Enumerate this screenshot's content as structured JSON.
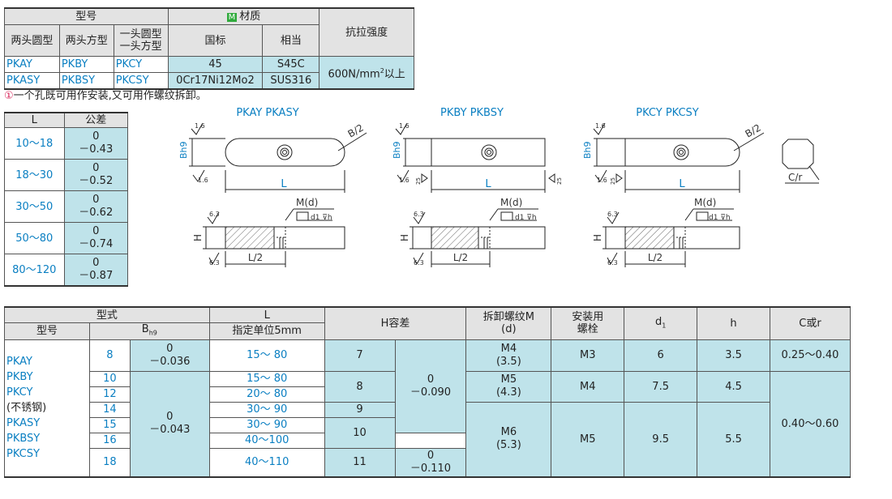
{
  "material_table": {
    "h_model": "型号",
    "h_material": "材质",
    "material_mark": "M",
    "h_both_round": "两头圆型",
    "h_both_square": "两头方型",
    "h_round_square_1": "一头圆型",
    "h_round_square_2": "一头方型",
    "h_gb": "国标",
    "h_equiv": "相当",
    "h_tensile": "抗拉强度",
    "rows": [
      {
        "a": "PKAY",
        "b": "PKBY",
        "c": "PKCY",
        "gb": "45",
        "eq": "S45C"
      },
      {
        "a": "PKASY",
        "b": "PKBSY",
        "c": "PKCSY",
        "gb": "0Cr17Ni12Mo2",
        "eq": "SUS316"
      }
    ],
    "tensile_value": "600N/mm",
    "tensile_sup": "2",
    "tensile_suffix": "以上"
  },
  "note": {
    "mark": "①",
    "text": "一个孔既可用作安装,又可用作螺纹拆卸。"
  },
  "l_tolerance": {
    "h_l": "L",
    "h_tol": "公差",
    "rows": [
      {
        "range": "10～18",
        "upper": "0",
        "lower": "－0.43"
      },
      {
        "range": "18～30",
        "upper": "0",
        "lower": "－0.52"
      },
      {
        "range": "30～50",
        "upper": "0",
        "lower": "－0.62"
      },
      {
        "range": "50～80",
        "upper": "0",
        "lower": "－0.74"
      },
      {
        "range": "80～120",
        "upper": "0",
        "lower": "－0.87"
      }
    ]
  },
  "drawings": {
    "title_a": "PKAY PKASY",
    "title_b": "PKBY PKBSY",
    "title_c": "PKCY PKCSY",
    "rough_16": "1.6",
    "rough_63": "6.3",
    "rough_25": "25",
    "b_half": "B/2",
    "b_h9": "Bh9",
    "l": "L",
    "h": "H",
    "l_half": "L/2",
    "m_d": "M(d)",
    "d1_h": "d1 ⊽h",
    "c_r": "C/r"
  },
  "main_table": {
    "h_form": "型式",
    "h_model": "型号",
    "h_b": "B",
    "h_b_sub": "h9",
    "h_l": "L",
    "h_l_unit": "指定单位5mm",
    "h_htol": "H容差",
    "h_screw_1": "拆卸螺纹M",
    "h_screw_2": "(d)",
    "h_bolt_1": "安装用",
    "h_bolt_2": "螺栓",
    "h_d1": "d",
    "h_d1_sub": "1",
    "h_h": "h",
    "h_c": "C或r",
    "models": [
      "PKAY",
      "PKBY",
      "PKCY",
      "(不锈钢)",
      "PKASY",
      "PKBSY",
      "PKCSY"
    ],
    "b_values": [
      "8",
      "10",
      "12",
      "14",
      "15",
      "16",
      "18"
    ],
    "b_tol_1": {
      "upper": "0",
      "lower": "－0.036"
    },
    "b_tol_2": {
      "upper": "0",
      "lower": "－0.043"
    },
    "l_values": [
      "15～ 80",
      "15～ 80",
      "20～ 80",
      "30～ 90",
      "30～ 90",
      "40～100",
      "40～110"
    ],
    "h_values": [
      "7",
      "8",
      "9",
      "10",
      "11"
    ],
    "h_tol_1": {
      "upper": "0",
      "lower": "－0.090"
    },
    "h_tol_2": {
      "upper": "0",
      "lower": "－0.110"
    },
    "screws": [
      {
        "m": "M4",
        "d": "(3.5)"
      },
      {
        "m": "M5",
        "d": "(4.3)"
      },
      {
        "m": "M6",
        "d": "(5.3)"
      }
    ],
    "bolts": [
      "M3",
      "M4",
      "M5"
    ],
    "d1_values": [
      "6",
      "7.5",
      "9.5"
    ],
    "hh_values": [
      "3.5",
      "4.5",
      "5.5"
    ],
    "c_values": [
      "0.25～0.40",
      "0.40～0.60"
    ]
  }
}
